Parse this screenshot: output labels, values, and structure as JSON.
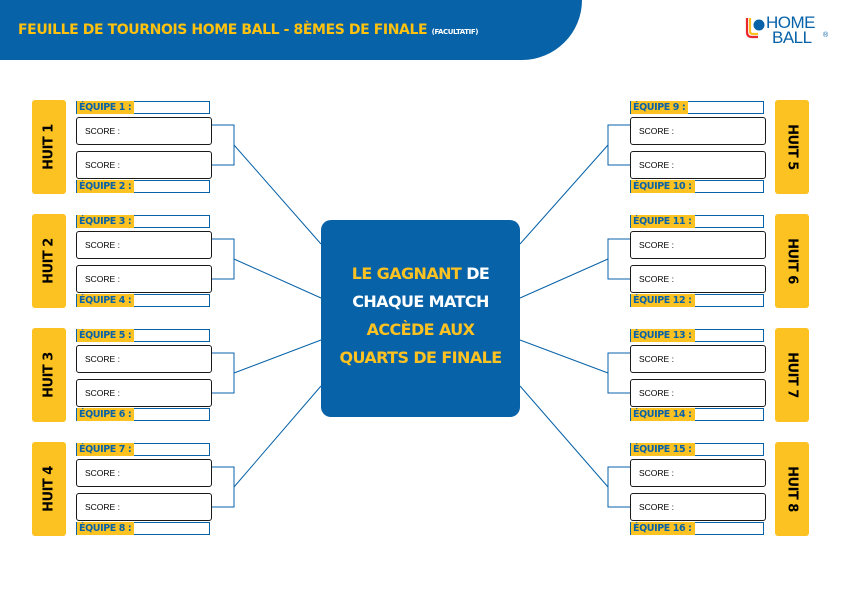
{
  "header": {
    "title_main": "FEUILLE DE TOURNOIS HOME BALL",
    "title_sep": " - ",
    "title_sub": "8ÈMES DE FINALE",
    "title_small": "(FACULTATIF)"
  },
  "logo": {
    "line1": "HOME",
    "line2": "BALL",
    "reg": "®"
  },
  "center": {
    "line1_a": "LE GAGNANT",
    "line1_b": " DE",
    "line2": "CHAQUE MATCH",
    "line3": "ACCÈDE AUX",
    "line4": "QUARTS DE FINALE"
  },
  "score_label": "SCORE :",
  "matches": [
    {
      "label": "HUIT 1",
      "team_top": "ÉQUIPE 1 :",
      "team_bottom": "ÉQUIPE 2 :"
    },
    {
      "label": "HUIT 2",
      "team_top": "ÉQUIPE 3 :",
      "team_bottom": "ÉQUIPE 4 :"
    },
    {
      "label": "HUIT 3",
      "team_top": "ÉQUIPE 5 :",
      "team_bottom": "ÉQUIPE 6 :"
    },
    {
      "label": "HUIT 4",
      "team_top": "ÉQUIPE 7 :",
      "team_bottom": "ÉQUIPE 8 :"
    },
    {
      "label": "HUIT 5",
      "team_top": "ÉQUIPE 9 :",
      "team_bottom": "ÉQUIPE 10 :"
    },
    {
      "label": "HUIT 6",
      "team_top": "ÉQUIPE 11 :",
      "team_bottom": "ÉQUIPE 12 :"
    },
    {
      "label": "HUIT 7",
      "team_top": "ÉQUIPE 13 :",
      "team_bottom": "ÉQUIPE 14 :"
    },
    {
      "label": "HUIT 8",
      "team_top": "ÉQUIPE 15 :",
      "team_bottom": "ÉQUIPE 16 :"
    }
  ],
  "colors": {
    "blue": "#0762a8",
    "yellow": "#fcc222",
    "white": "#ffffff"
  }
}
